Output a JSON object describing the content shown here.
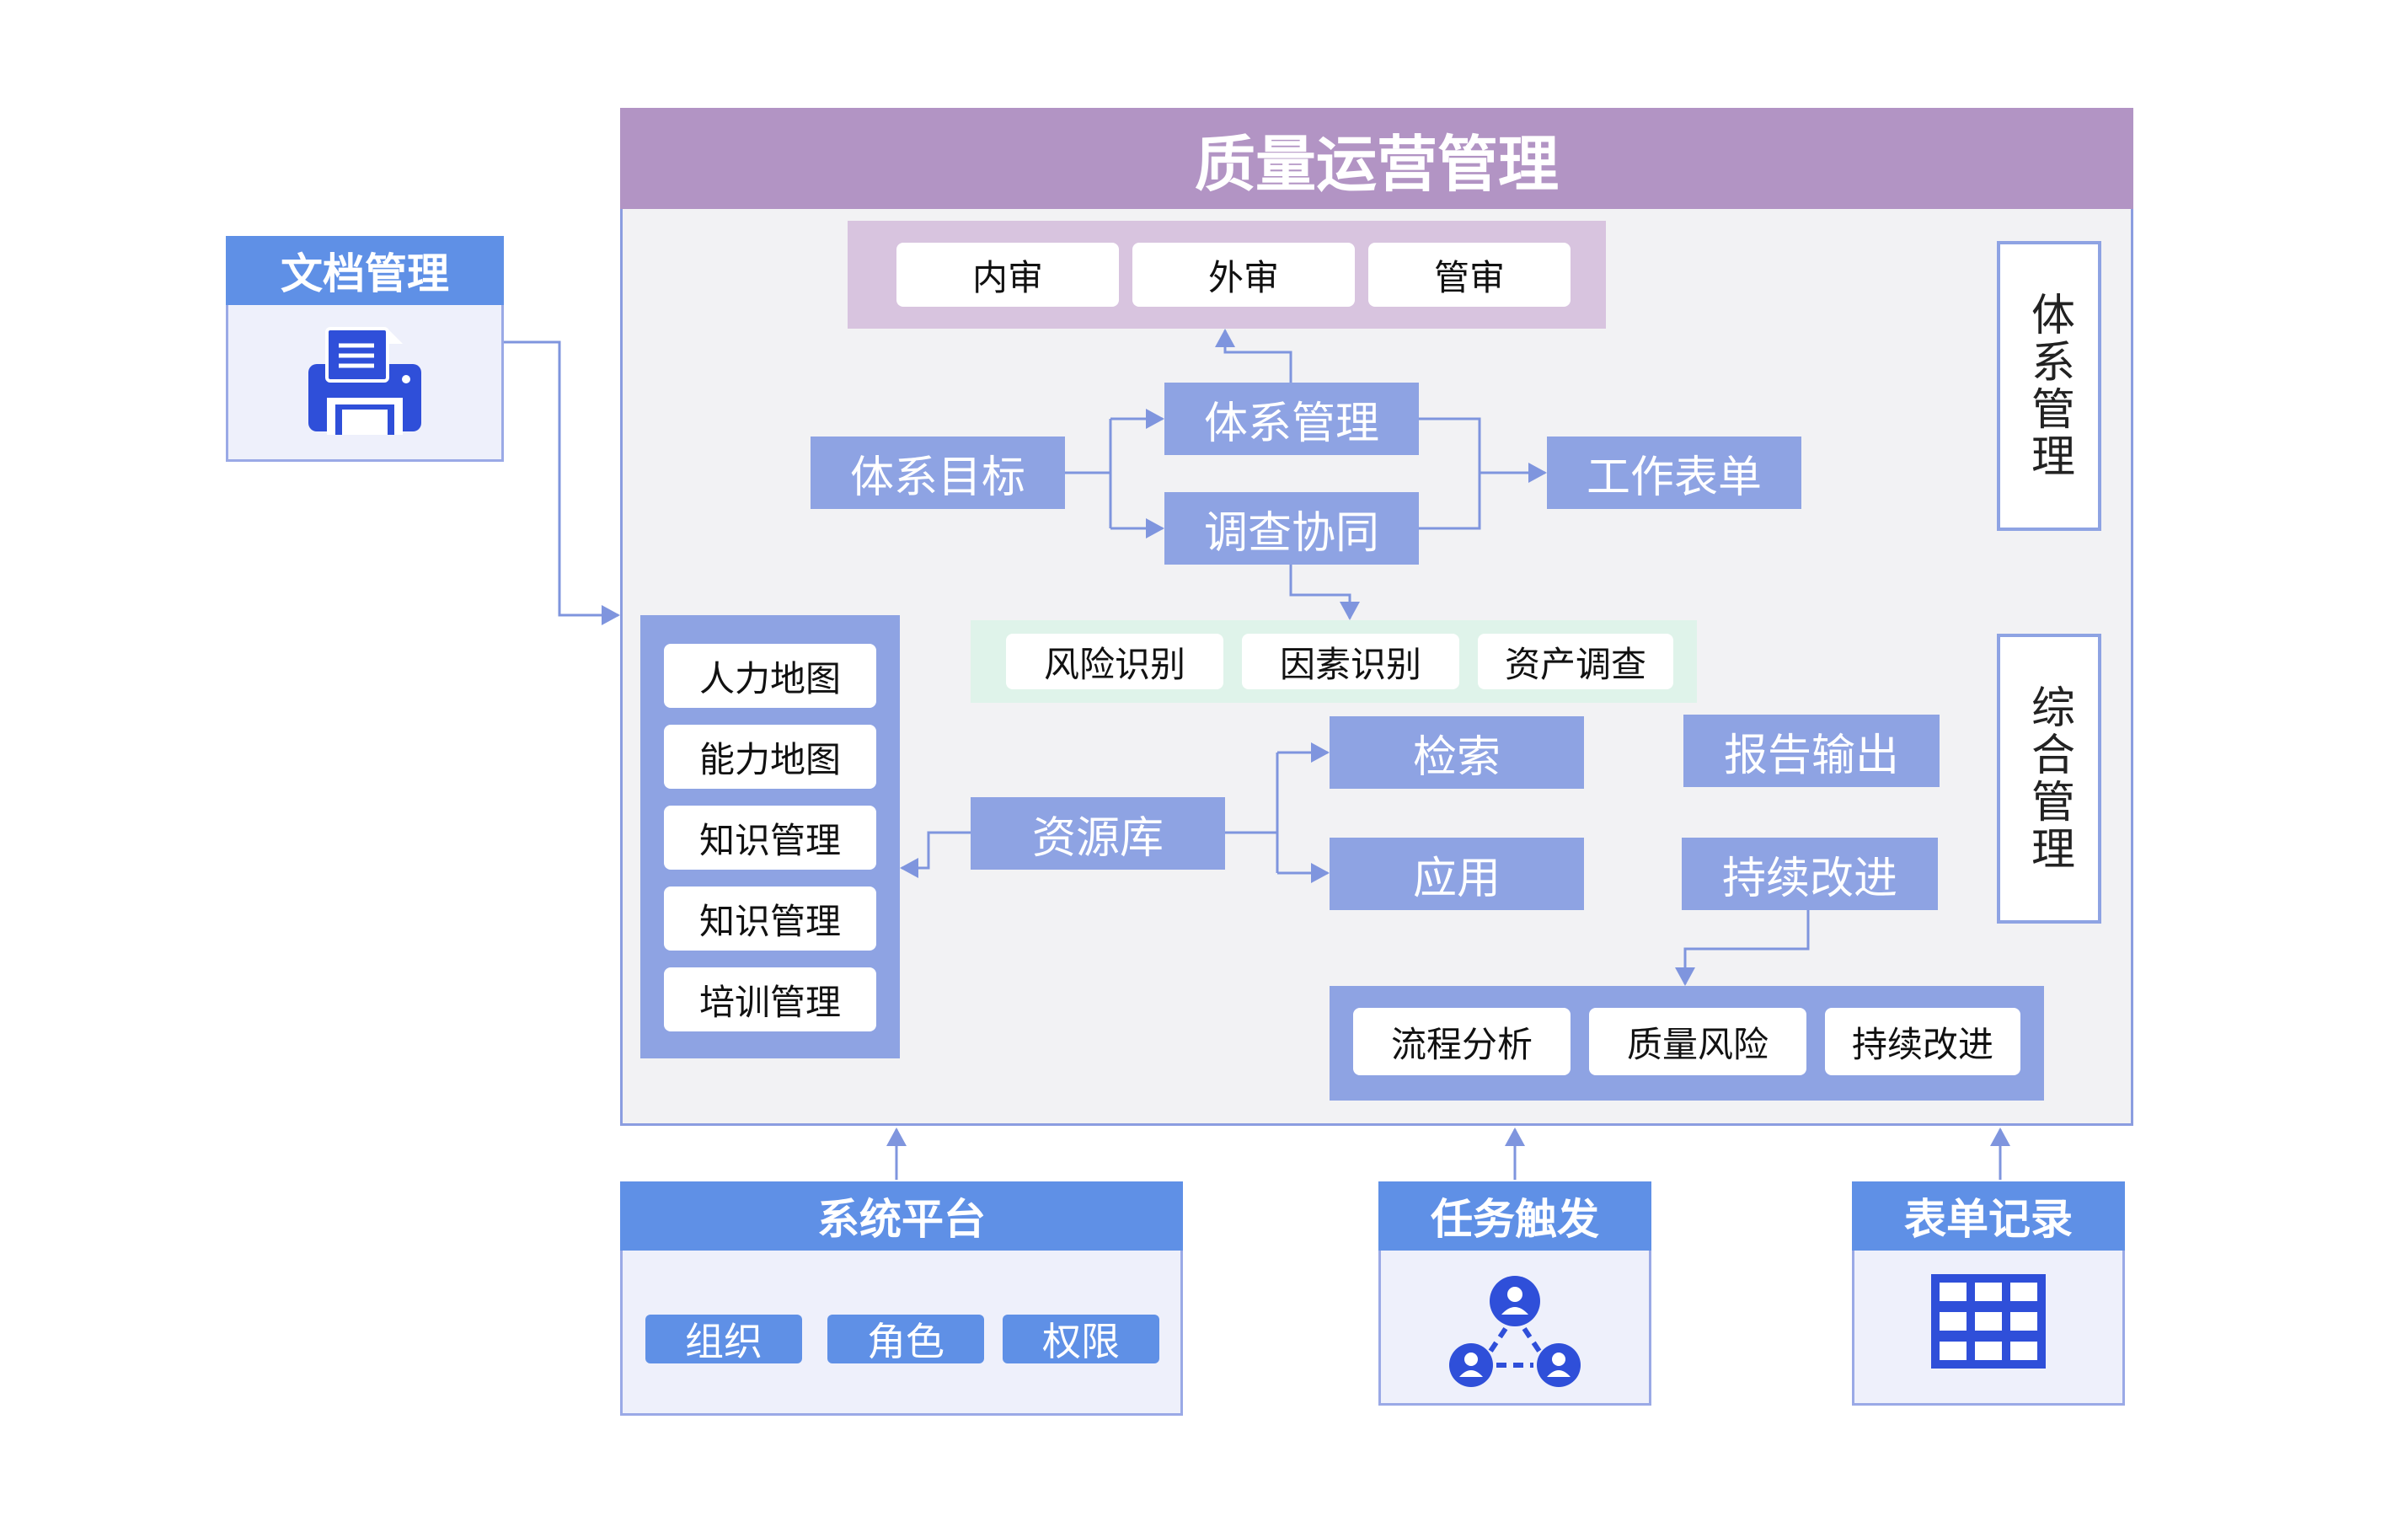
{
  "title": "质量运营管理",
  "audits": [
    "内审",
    "外审",
    "管审"
  ],
  "process": {
    "system_target": "体系目标",
    "system_management": "体系管理",
    "survey_collab": "调查协同",
    "work_form": "工作表单"
  },
  "risks": [
    "风险识别",
    "因素识别",
    "资产调查"
  ],
  "left_list": [
    "人力地图",
    "能力地图",
    "知识管理",
    "知识管理",
    "培训管理"
  ],
  "resource": {
    "library": "资源库",
    "search": "检索",
    "apply": "应用",
    "report": "报告输出",
    "improve": "持续改进"
  },
  "bottom_group": [
    "流程分析",
    "质量风险",
    "持续改进"
  ],
  "side_labels": [
    "体系管理",
    "综合管理"
  ],
  "doc_card": {
    "title": "文档管理",
    "icon": "printer-icon"
  },
  "platform_card": {
    "title": "系统平台",
    "items": [
      "组织",
      "角色",
      "权限"
    ]
  },
  "task_card": {
    "title": "任务触发",
    "icon": "user-network-icon"
  },
  "form_card": {
    "title": "表单记录",
    "icon": "table-grid-icon"
  },
  "colors": {
    "header": "#b294c4",
    "process": "#8ea3e3",
    "card_header": "#5f90e6",
    "icon": "#2f4fd9",
    "connector": "#7f95de"
  }
}
